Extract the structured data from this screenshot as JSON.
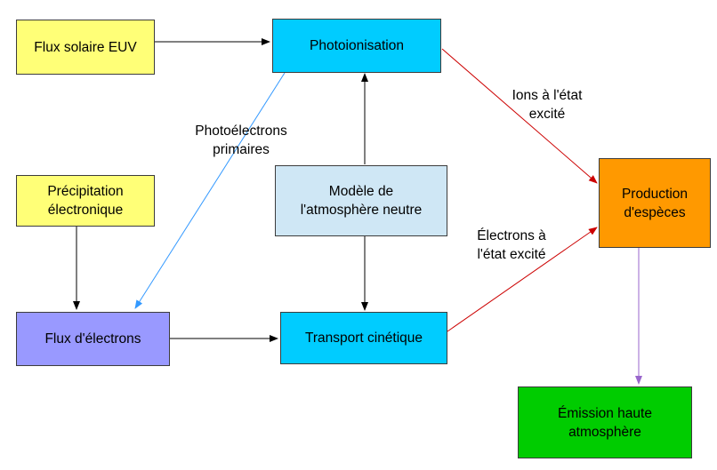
{
  "nodes": {
    "flux_solaire": {
      "lines": [
        "Flux solaire EUV"
      ],
      "color": "#ffff77"
    },
    "photoionisation": {
      "lines": [
        "Photoionisation"
      ],
      "color": "#00ccff"
    },
    "precipitation": {
      "lines": [
        "Précipitation",
        "électronique"
      ],
      "color": "#ffff77"
    },
    "modele": {
      "lines": [
        "Modèle de",
        "l'atmosphère neutre"
      ],
      "color": "#cfe7f5"
    },
    "production": {
      "lines": [
        "Production",
        "d'espèces"
      ],
      "color": "#ff9900"
    },
    "flux_electrons": {
      "lines": [
        "Flux d'électrons"
      ],
      "color": "#9999ff"
    },
    "transport": {
      "lines": [
        "Transport cinétique"
      ],
      "color": "#00ccff"
    },
    "emission": {
      "lines": [
        "Émission haute",
        "atmosphère"
      ],
      "color": "#00cc00"
    }
  },
  "edge_labels": {
    "photoelectrons": [
      "Photoélectrons",
      "primaires"
    ],
    "ions": [
      "Ions à l'état",
      "excité"
    ],
    "electrons": [
      "Électrons à",
      "l'état excité"
    ]
  },
  "edge_colors": {
    "black": "#000000",
    "red": "#cc0000",
    "blue": "#3399ff",
    "purple": "#9966cc"
  }
}
